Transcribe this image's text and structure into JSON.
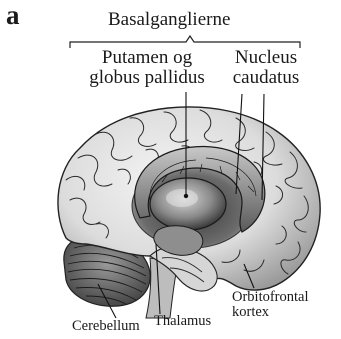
{
  "panel_letter": "a",
  "labels": {
    "group": "Basalganglierne",
    "putamen": [
      "Putamen og",
      "globus pallidus"
    ],
    "caudatus": [
      "Nucleus",
      "caudatus"
    ],
    "orbitofrontal": [
      "Orbitofrontal",
      "kortex"
    ],
    "thalamus": "Thalamus",
    "cerebellum": "Cerebellum"
  }
}
